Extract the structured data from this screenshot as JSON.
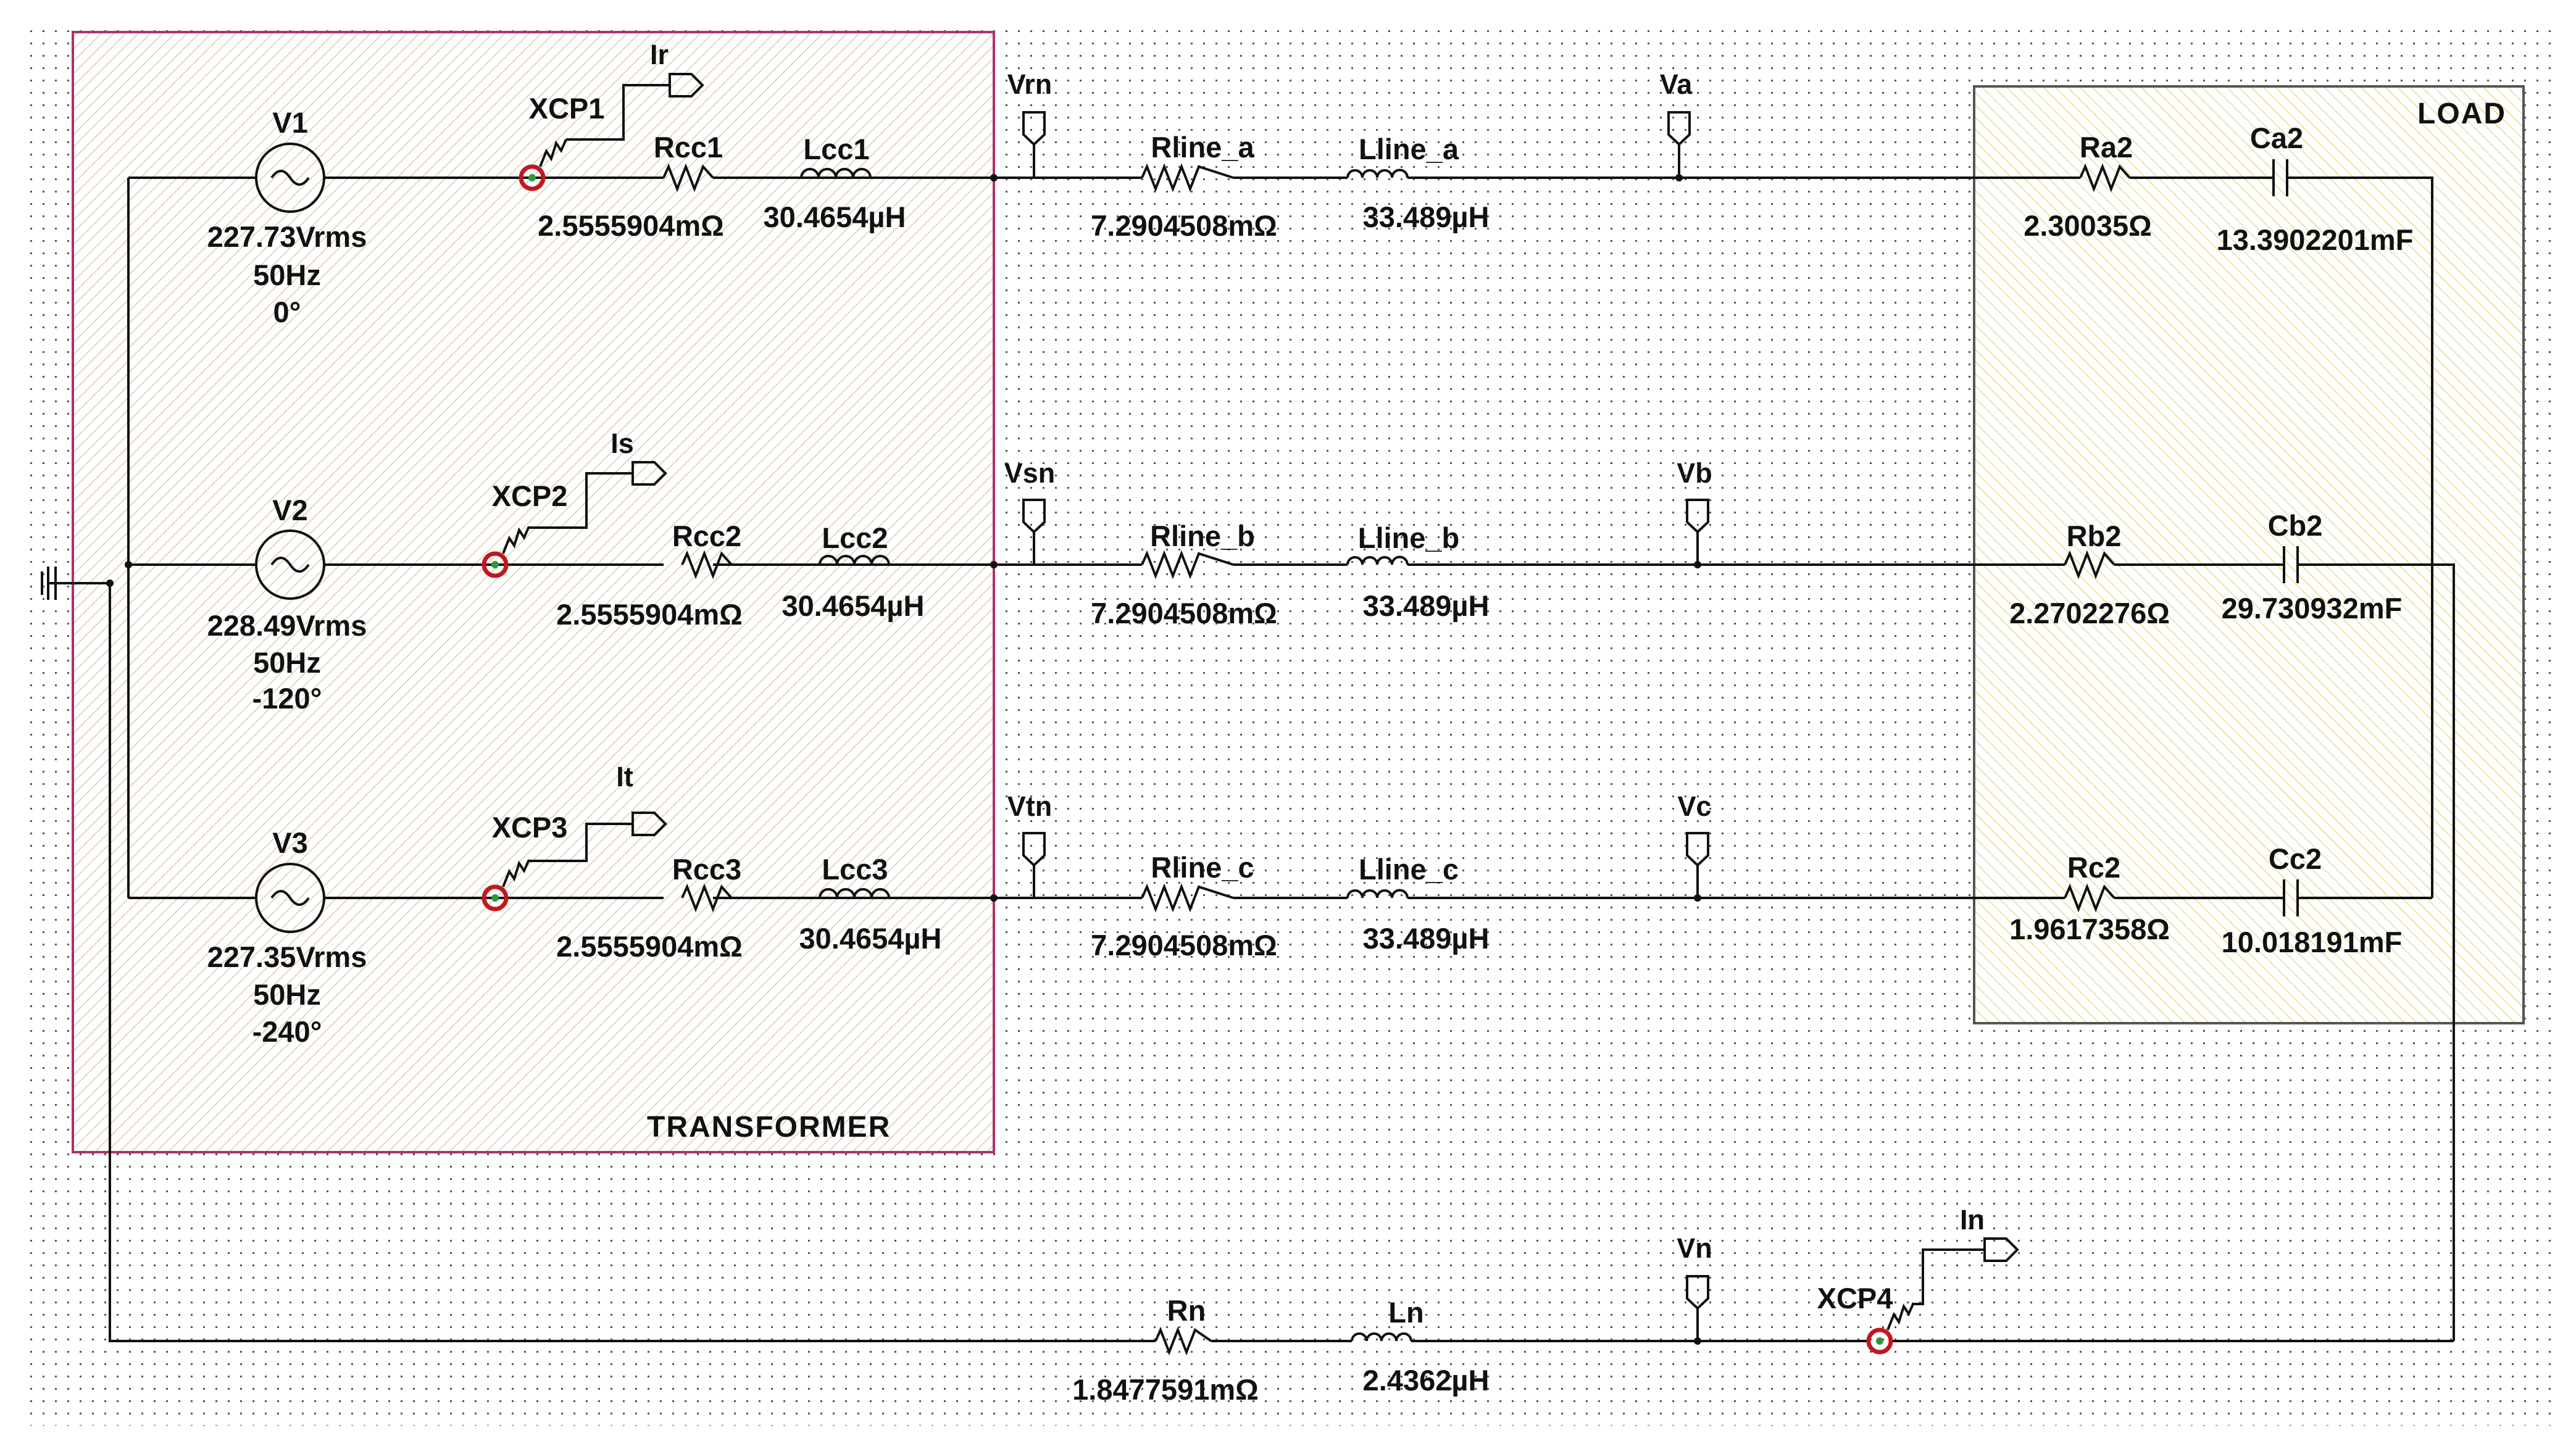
{
  "boxes": {
    "transformer": "TRANSFORMER",
    "load": "LOAD"
  },
  "sources": [
    {
      "ref": "V1",
      "voltage": "227.73Vrms",
      "freq": "50Hz",
      "phase": "0°"
    },
    {
      "ref": "V2",
      "voltage": "228.49Vrms",
      "freq": "50Hz",
      "phase": "-120°"
    },
    {
      "ref": "V3",
      "voltage": "227.35Vrms",
      "freq": "50Hz",
      "phase": "-240°"
    }
  ],
  "current_probes": [
    {
      "ref": "XCP1",
      "output": "Ir"
    },
    {
      "ref": "XCP2",
      "output": "Is"
    },
    {
      "ref": "XCP3",
      "output": "It"
    },
    {
      "ref": "XCP4",
      "output": "In"
    }
  ],
  "transformer_impedance": [
    {
      "r_ref": "Rcc1",
      "r_val": "2.5555904mΩ",
      "l_ref": "Lcc1",
      "l_val": "30.4654µH"
    },
    {
      "r_ref": "Rcc2",
      "r_val": "2.5555904mΩ",
      "l_ref": "Lcc2",
      "l_val": "30.4654µH"
    },
    {
      "r_ref": "Rcc3",
      "r_val": "2.5555904mΩ",
      "l_ref": "Lcc3",
      "l_val": "30.4654µH"
    }
  ],
  "voltage_probes_source": [
    "Vrn",
    "Vsn",
    "Vtn"
  ],
  "line_impedance": [
    {
      "r_ref": "Rline_a",
      "r_val": "7.2904508mΩ",
      "l_ref": "Lline_a",
      "l_val": "33.489µH"
    },
    {
      "r_ref": "Rline_b",
      "r_val": "7.2904508mΩ",
      "l_ref": "Lline_b",
      "l_val": "33.489µH"
    },
    {
      "r_ref": "Rline_c",
      "r_val": "7.2904508mΩ",
      "l_ref": "Lline_c",
      "l_val": "33.489µH"
    }
  ],
  "voltage_probes_load": [
    "Va",
    "Vb",
    "Vc"
  ],
  "load": [
    {
      "r_ref": "Ra2",
      "r_val": "2.30035Ω",
      "c_ref": "Ca2",
      "c_val": "13.3902201mF"
    },
    {
      "r_ref": "Rb2",
      "r_val": "2.2702276Ω",
      "c_ref": "Cb2",
      "c_val": "29.730932mF"
    },
    {
      "r_ref": "Rc2",
      "r_val": "1.9617358Ω",
      "c_ref": "Cc2",
      "c_val": "10.018191mF"
    }
  ],
  "neutral": {
    "r_ref": "Rn",
    "r_val": "1.8477591mΩ",
    "l_ref": "Ln",
    "l_val": "2.4362µH",
    "probe": "Vn"
  },
  "colors": {
    "transformer_border": "#b0306a",
    "load_border": "#555555",
    "hatch_transformer": "#c9b58a",
    "hatch_load": "#d8cc6a",
    "probe_ring": "#c0181e",
    "probe_center": "#2d9a3a",
    "grid_dot": "#555555"
  }
}
